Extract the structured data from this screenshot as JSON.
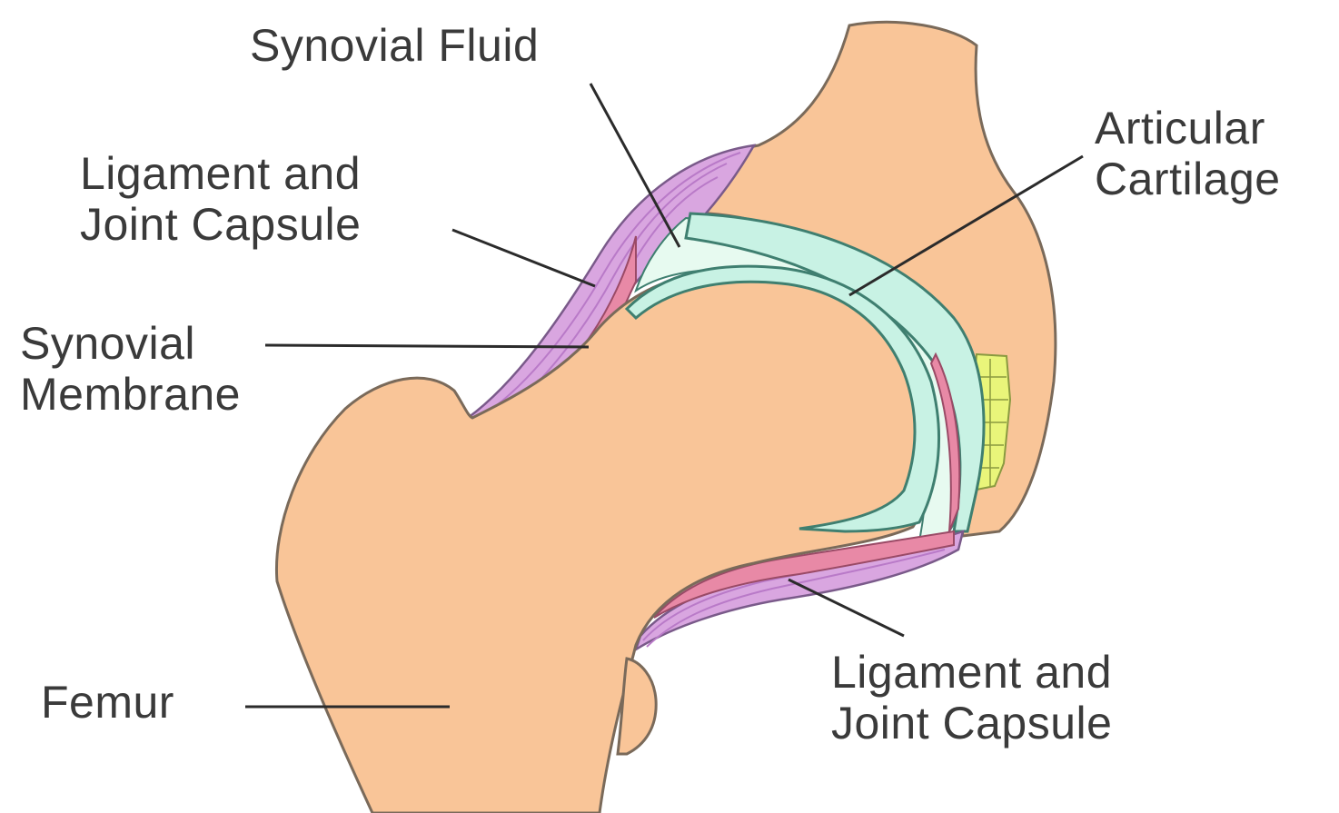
{
  "labels": {
    "synovial_fluid": "Synovial Fluid",
    "ligament_upper": [
      "Ligament and",
      "Joint Capsule"
    ],
    "articular_cartilage": [
      "Articular",
      "Cartilage"
    ],
    "synovial_membrane": [
      "Synovial",
      "Membrane"
    ],
    "femur": "Femur",
    "ligament_lower": [
      "Ligament and",
      "Joint Capsule"
    ]
  },
  "colors": {
    "bone": "#F9C598",
    "bone_outline": "#7a6a5a",
    "ligament": "#D9A6E0",
    "ligament_stripe": "#B97AC8",
    "membrane": "#E889A6",
    "cartilage": "#C8F2E4",
    "cartilage_outline": "#3f7f70",
    "fluid": "#E7FAF0",
    "labrum": "#E9F57A",
    "leader": "#2b2b2b"
  }
}
